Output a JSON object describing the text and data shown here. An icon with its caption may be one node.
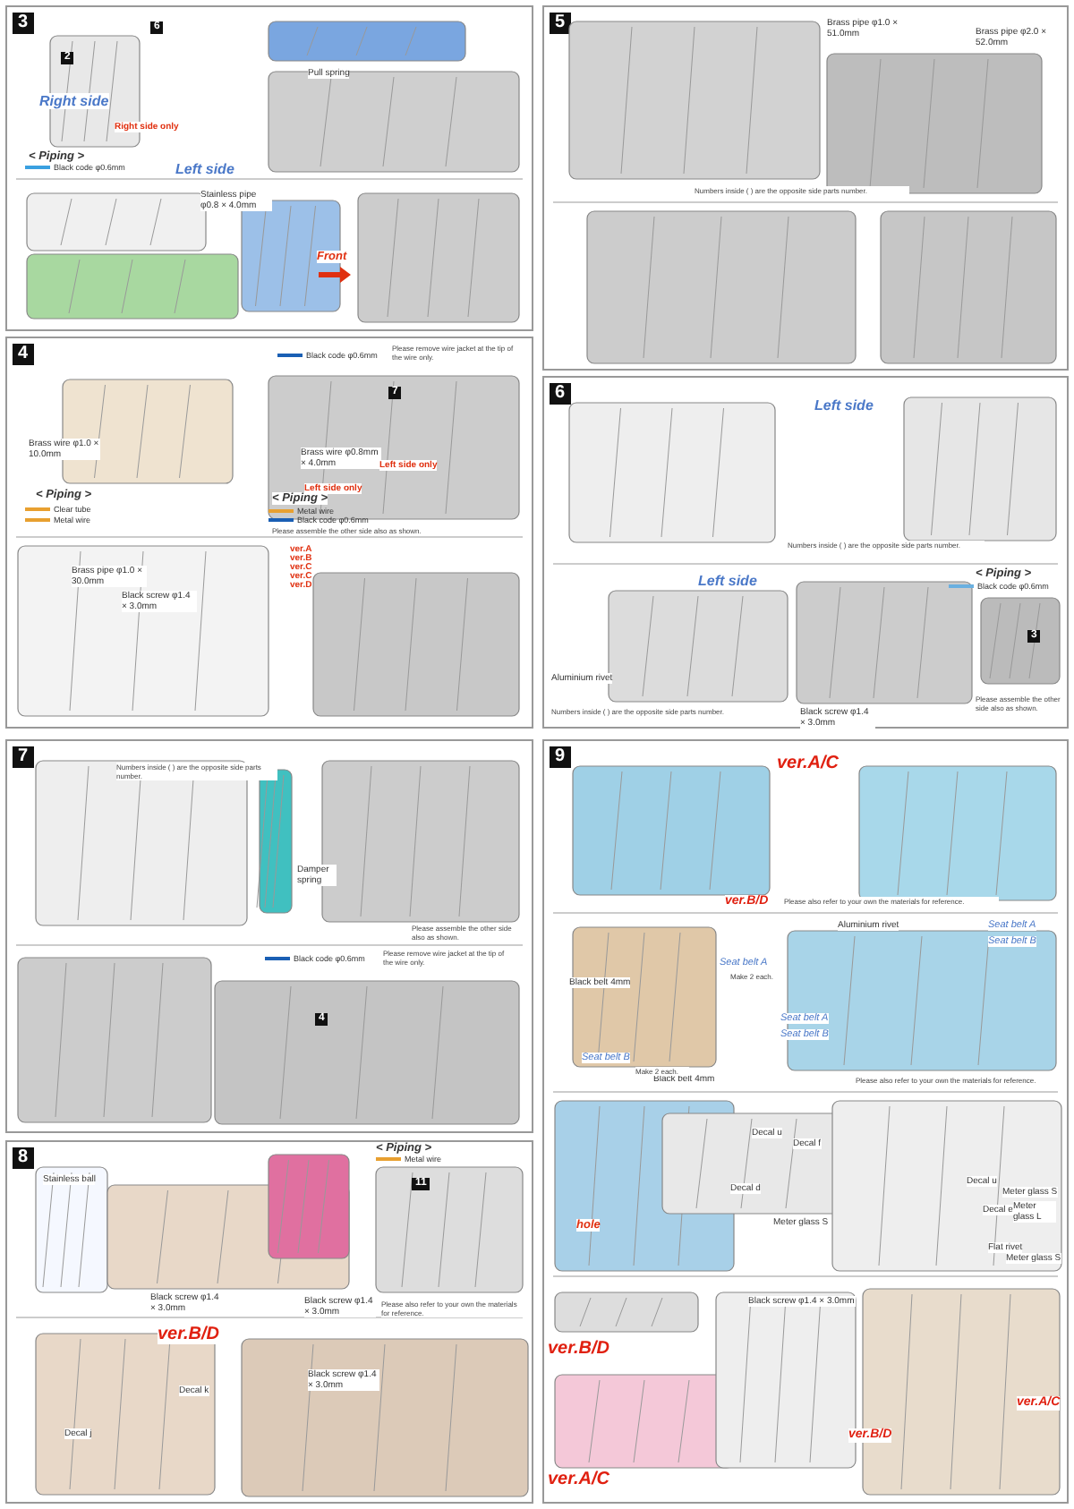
{
  "diagram": {
    "nodes": [
      {
        "text": [
          "3"
        ]
      },
      {
        "text": [
          "4"
        ]
      },
      {
        "text": [
          "5"
        ]
      },
      {
        "text": [
          "6"
        ]
      },
      {
        "text": [
          "7"
        ]
      },
      {
        "text": [
          "8"
        ]
      },
      {
        "text": [
          "9"
        ]
      }
    ],
    "labels": [
      "6",
      "2",
      "Right side",
      "Right side only",
      "Left side",
      "< Piping >",
      "Pull spring",
      "Stainless pipe φ0.8 × 4.0mm",
      "Front",
      "Please remove wire jacket at the tip of the wire only.",
      "7",
      "Brass wire φ1.0 × 10.0mm",
      "< Piping >",
      "Brass wire φ0.8mm × 4.0mm",
      "Left side only",
      "Left side only",
      "< Piping >",
      "Please assemble the other side also as shown.",
      "Brass pipe φ1.0 × 30.0mm",
      "Black screw φ1.4 × 3.0mm",
      "ver.A",
      "ver.B",
      "ver.C",
      "ver.C",
      "ver.D",
      "Brass pipe φ1.0 × 51.0mm",
      "Brass pipe φ2.0 × 52.0mm",
      "Numbers inside ( ) are the opposite side parts number.",
      "Left side",
      "Numbers inside ( ) are the opposite side parts number.",
      "Left side",
      "Aluminium rivet",
      "Numbers inside ( ) are the opposite side parts number.",
      "Black screw φ1.4 × 3.0mm",
      "< Piping >",
      "3",
      "Please assemble the other side also as shown.",
      "Numbers inside ( ) are the opposite side parts number.",
      "Damper spring",
      "Please assemble the other side also as shown.",
      "Please remove wire jacket at the tip of the wire only.",
      "4",
      "Stainless ball",
      "Black screw φ1.4 × 3.0mm",
      "Black screw φ1.4 × 3.0mm",
      "< Piping >",
      "11",
      "Please also refer to your own the materials for reference.",
      "ver.B/D",
      "Decal k",
      "Decal j",
      "Black screw φ1.4 × 3.0mm",
      "ver.A/C",
      "ver.B/D",
      "Please also refer to your own the materials for reference.",
      "Black belt 4mm",
      "Seat belt A",
      "Make 2 each.",
      "Black belt 4mm",
      "Seat belt B",
      "Make 2 each.",
      "Aluminium rivet",
      "Seat belt A",
      "Seat belt B",
      "Seat belt A",
      "Seat belt B",
      "Please also refer to your own the materials for reference.",
      "Decal u",
      "Decal f",
      "Decal d",
      "Meter glass S",
      "hole",
      "Decal u",
      "Meter glass S",
      "Decal e",
      "Meter glass L",
      "Flat rivet",
      "Meter glass S",
      "ver.B/D",
      "ver.A/C",
      "Black screw φ1.4 × 3.0mm",
      "ver.A/C",
      "ver.B/D"
    ],
    "legend": [
      {
        "text": "Black code φ0.6mm"
      },
      {
        "text": "Clear tube"
      },
      {
        "text": "Metal wire"
      },
      {
        "text": "Black code φ0.6mm"
      },
      {
        "text": "Metal wire"
      },
      {
        "text": "Black code φ0.6mm"
      },
      {
        "text": "Black code φ0.6mm"
      },
      {
        "text": "Black code φ0.6mm"
      },
      {
        "text": "Metal wire"
      }
    ]
  }
}
